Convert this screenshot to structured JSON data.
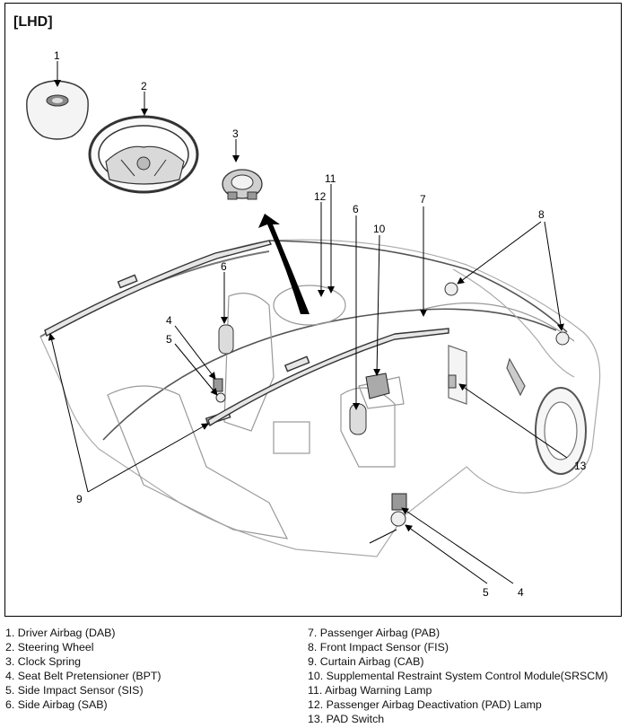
{
  "title": "[LHD]",
  "callouts": {
    "c1": "1",
    "c2": "2",
    "c3": "3",
    "c4a": "4",
    "c4b": "4",
    "c5a": "5",
    "c5b": "5",
    "c6a": "6",
    "c6b": "6",
    "c7": "7",
    "c8": "8",
    "c9": "9",
    "c10": "10",
    "c11": "11",
    "c12": "12",
    "c13": "13"
  },
  "legend": {
    "left": [
      "1. Driver Airbag (DAB)",
      "2. Steering Wheel",
      "3. Clock Spring",
      "4. Seat Belt Pretensioner (BPT)",
      "5. Side Impact Sensor (SIS)",
      "6. Side Airbag (SAB)"
    ],
    "right": [
      "7. Passenger Airbag (PAB)",
      "8. Front Impact Sensor (FIS)",
      "9. Curtain Airbag (CAB)",
      "10. Supplemental Restraint System Control Module(SRSCM)",
      "11. Airbag Warning Lamp",
      "12. Passenger Airbag Deactivation (PAD) Lamp",
      "13. PAD Switch"
    ]
  }
}
